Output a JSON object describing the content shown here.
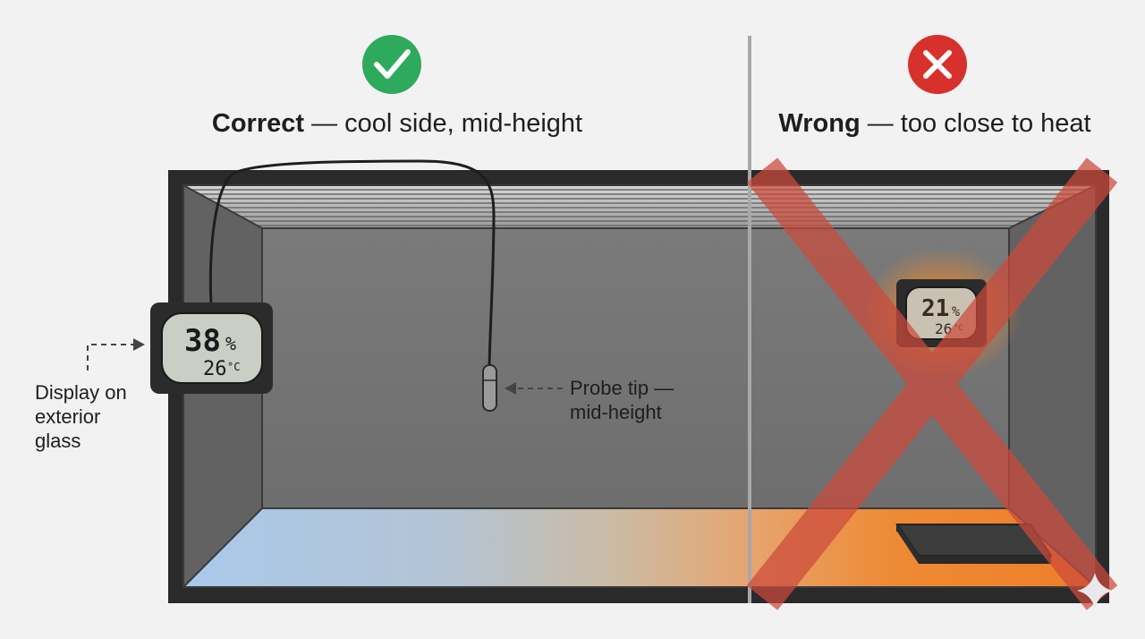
{
  "correct_panel": {
    "icon": "check-icon",
    "status_color": "#2eaa5c",
    "label_strong": "Correct",
    "label_rest": " — cool side, mid-height",
    "display_humidity": "38",
    "display_humidity_unit": "%",
    "display_temp": "26",
    "display_temp_unit": "°C",
    "display_callout": [
      "Display on",
      "exterior",
      "glass"
    ],
    "probe_callout": [
      "Probe tip —",
      "mid-height"
    ]
  },
  "wrong_panel": {
    "icon": "cross-icon",
    "status_color": "#d8302a",
    "label_strong": "Wrong",
    "label_rest": " — too close to heat",
    "display_humidity": "21",
    "display_humidity_unit": "%",
    "display_temp": "26",
    "display_temp_unit": "°C"
  },
  "colors": {
    "cool_floor": "#a9c9ea",
    "warm_floor": "#ee8a34",
    "warning_x": "#cc4a3c",
    "frame": "#2a2a2a"
  }
}
